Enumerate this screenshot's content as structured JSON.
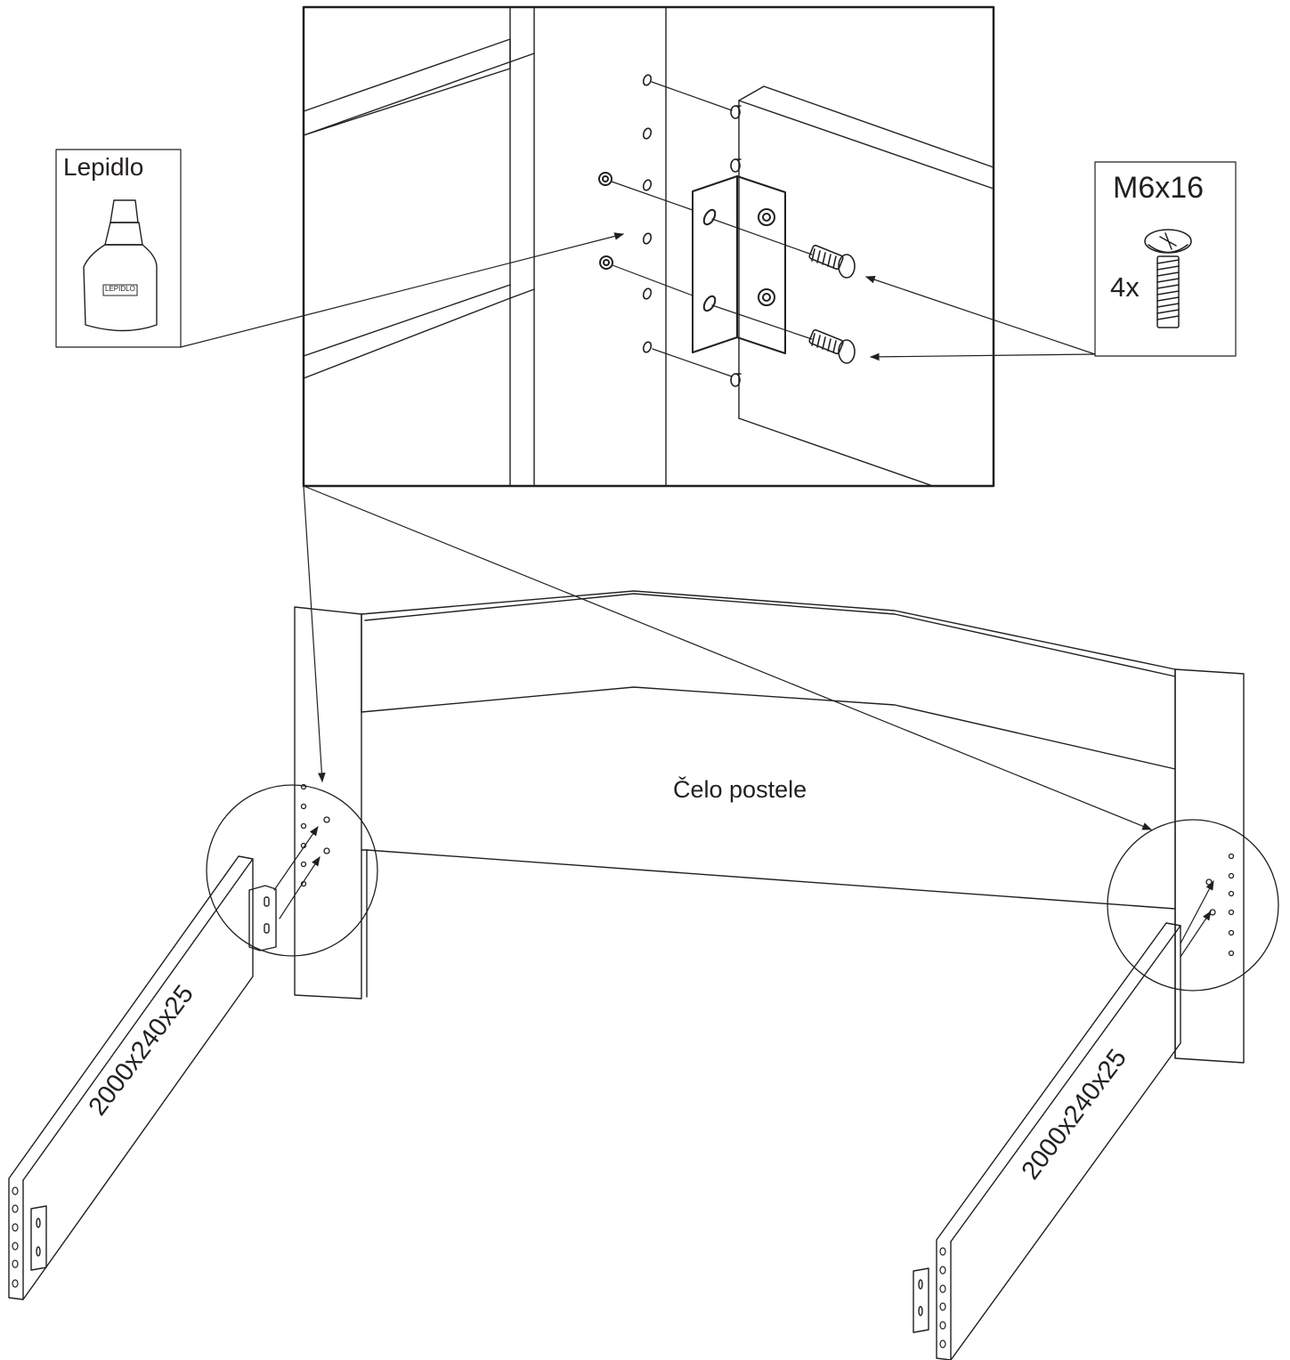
{
  "glue_box": {
    "title": "Lepidlo",
    "bottle_label": "LEPIDLO"
  },
  "screw_box": {
    "title": "M6x16",
    "quantity": "4x"
  },
  "headboard_label": "Čelo postele",
  "rail_left_label": "2000x240x25",
  "rail_right_label": "2000x240x25",
  "colors": {
    "line": "#231f20",
    "background": "#ffffff"
  }
}
